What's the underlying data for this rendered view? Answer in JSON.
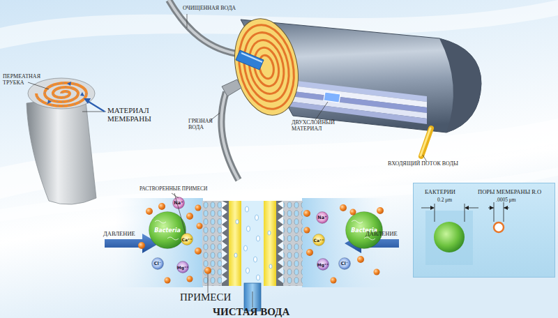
{
  "diagram": {
    "nodes": [
      {
        "text": [
          "Bacteria"
        ]
      },
      {
        "text": [
          "Na⁺"
        ]
      },
      {
        "text": [
          "Ca⁺⁺"
        ]
      },
      {
        "text": [
          "Cl⁻"
        ]
      },
      {
        "text": [
          "Mg⁺⁺"
        ]
      },
      {
        "text": [
          "Bacteria"
        ]
      },
      {
        "text": [
          "Na⁺"
        ]
      },
      {
        "text": [
          "Ca⁺⁺"
        ]
      },
      {
        "text": [
          "Mg⁺⁺"
        ]
      },
      {
        "text": [
          "Cl⁻"
        ]
      },
      {
        "text": [
          "БАКТЕРИИ",
          "0.2 μm",
          "ПОРЫ МЕМБРАНЫ R.O",
          ".0005 μm"
        ]
      }
    ],
    "labels": [
      "ОЧИЩЕННАЯ ВОДА",
      "ПЕРМЕАТНАЯ ТРУБКА",
      "МАТЕРИАЛ МЕМБРАНЫ",
      "ГРЯЗНАЯ ВОДА",
      "ДВУХСЛОЙНЫЙ МАТЕРИАЛ",
      "ВХОДЯЩИЙ ПОТОК ВОДЫ",
      "РАСТВОРЕННЫЕ ПРИМЕСИ",
      "ДАВЛЕНИЕ",
      "ДАВЛЕНИЕ",
      "ПРИМЕСИ",
      "ЧИСТАЯ ВОДА"
    ]
  }
}
